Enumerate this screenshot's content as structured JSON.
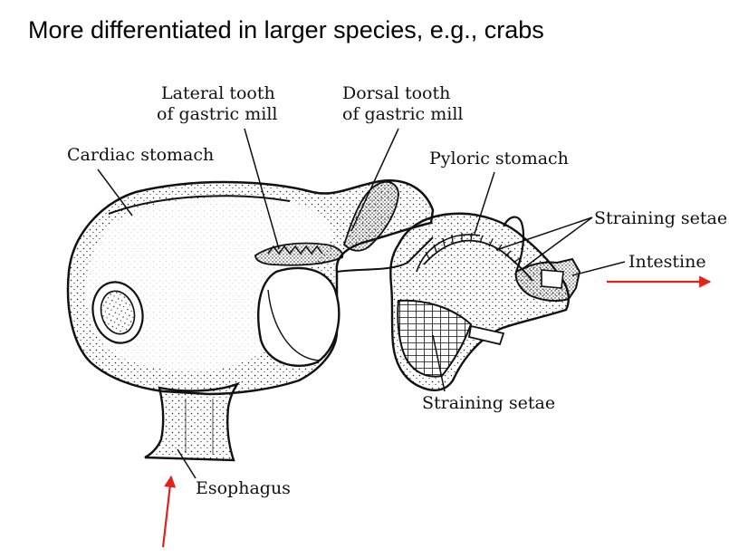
{
  "slide": {
    "title": "More differentiated in larger species, e.g., crabs"
  },
  "labels": {
    "lateral_tooth": [
      "Lateral tooth",
      "of gastric mill"
    ],
    "dorsal_tooth": [
      "Dorsal tooth",
      "of gastric mill"
    ],
    "cardiac_stomach": "Cardiac stomach",
    "pyloric_stomach": "Pyloric stomach",
    "straining_setae_upper": "Straining setae",
    "intestine": "Intestine",
    "straining_setae_lower": "Straining setae",
    "esophagus": "Esophagus"
  },
  "colors": {
    "arrow": "#e0231b",
    "ink": "#111111"
  }
}
